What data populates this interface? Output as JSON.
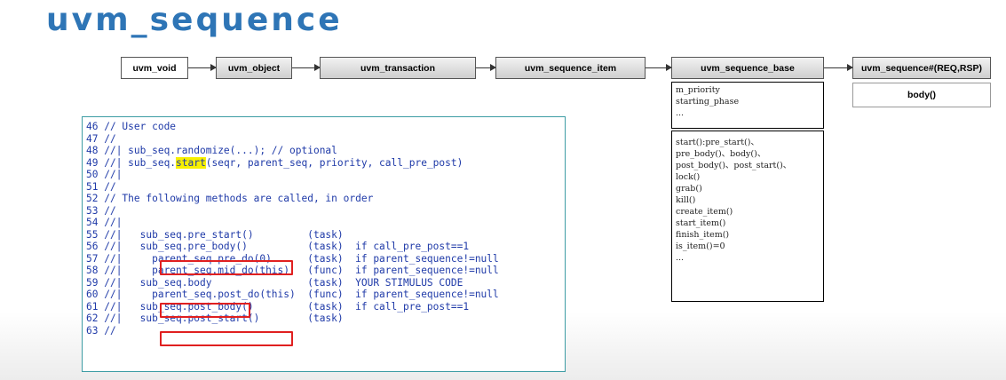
{
  "title": "uvm_sequence",
  "hierarchy": [
    "uvm_void",
    "uvm_object",
    "uvm_transaction",
    "uvm_sequence_item",
    "uvm_sequence_base",
    "uvm_sequence#(REQ,RSP)"
  ],
  "base_properties": [
    "m_priority",
    "starting_phase",
    "..."
  ],
  "base_methods": [
    "start():pre_start()、",
    "pre_body()、body()、",
    "post_body()、post_start()、",
    "lock()",
    "grab()",
    "kill()",
    "create_item()",
    "start_item()",
    "finish_item()",
    "is_item()=0",
    "..."
  ],
  "seq_method": "body()",
  "code": {
    "lines": [
      {
        "num": "46",
        "pre": " // User code",
        "hl": "",
        "post": ""
      },
      {
        "num": "47",
        "pre": " //",
        "hl": "",
        "post": ""
      },
      {
        "num": "48",
        "pre": " //| sub_seq.randomize(...); // optional",
        "hl": "",
        "post": ""
      },
      {
        "num": "49",
        "pre": " //| sub_seq.",
        "hl": "start",
        "post": "(seqr, parent_seq, priority, call_pre_post)"
      },
      {
        "num": "50",
        "pre": " //|",
        "hl": "",
        "post": ""
      },
      {
        "num": "51",
        "pre": " //",
        "hl": "",
        "post": ""
      },
      {
        "num": "52",
        "pre": " // The following methods are called, in order",
        "hl": "",
        "post": ""
      },
      {
        "num": "53",
        "pre": " //",
        "hl": "",
        "post": ""
      },
      {
        "num": "54",
        "pre": " //|",
        "hl": "",
        "post": ""
      },
      {
        "num": "55",
        "pre": " //|   sub_seq.pre_start()         (task)",
        "hl": "",
        "post": ""
      },
      {
        "num": "56",
        "pre": " //|   sub_seq.pre_body()          (task)  if call_pre_post==1",
        "hl": "",
        "post": ""
      },
      {
        "num": "57",
        "pre": " //|     parent_seq.pre_do(0)      (task)  if parent_sequence!=null",
        "hl": "",
        "post": ""
      },
      {
        "num": "58",
        "pre": " //|     parent_seq.mid_do(this)   (func)  if parent_sequence!=null",
        "hl": "",
        "post": ""
      },
      {
        "num": "59",
        "pre": " //|   sub_seq.body                (task)  YOUR STIMULUS CODE",
        "hl": "",
        "post": ""
      },
      {
        "num": "60",
        "pre": " //|     parent_seq.post_do(this)  (func)  if parent_sequence!=null",
        "hl": "",
        "post": ""
      },
      {
        "num": "61",
        "pre": " //|   sub_seq.post_body()         (task)  if call_pre_post==1",
        "hl": "",
        "post": ""
      },
      {
        "num": "62",
        "pre": " //|   sub_seq.post_start()        (task)",
        "hl": "",
        "post": ""
      },
      {
        "num": "63",
        "pre": " //",
        "hl": "",
        "post": ""
      }
    ]
  },
  "colors": {
    "title": "#2e75b6",
    "highlight": "#f7f000",
    "redbox": "#e02020",
    "code_text": "#1f3aa8"
  }
}
